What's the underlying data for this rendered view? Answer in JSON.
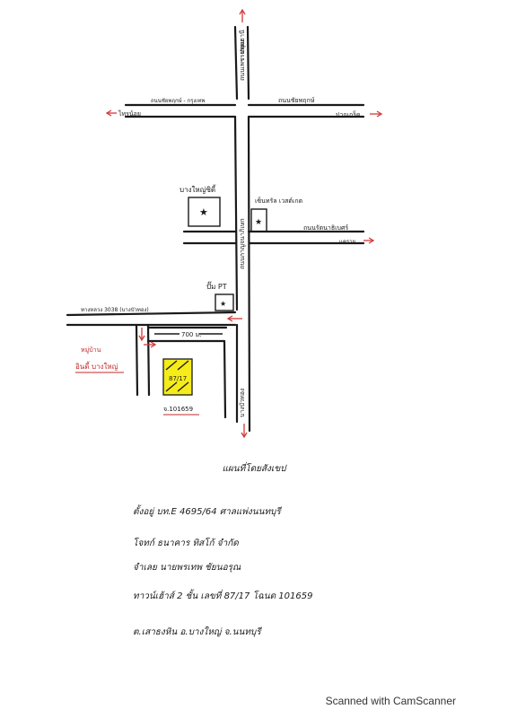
{
  "map": {
    "north_road_label": "ถนนเพชรเกษม",
    "north_dest": "ปทุมธานี",
    "left_road_label": "ถนนชัยพฤกษ์ - กรุงเทพ",
    "right_road_label": "ถนนชัยพฤกษ์",
    "west_dest": "ไทรน้อย",
    "east_dest": "ปากเกร็ด",
    "landmark_left": "บางใหญ่ซิตี้",
    "landmark_right": "เซ็นทรัล เวสต์เกต",
    "east_road_label": "ถนนรัตนาธิเบศร์",
    "east_road_dest": "แคราย",
    "main_road_vertical": "ถนนกาญจนาภิเษก",
    "gas_station": "ปั๊ม PT",
    "west_road_label": "ทางหลวง 3038 (บางบัวทอง)",
    "distance_label": "700 ม.",
    "village_line1": "หมู่บ้าน",
    "village_line2": "อินดี้ บางใหญ่",
    "house_number": "87/17",
    "plot_label": "จ.101659",
    "south_dest": "บางบัวทอง"
  },
  "document": {
    "title": "แผนที่โดยสังเขป",
    "line1": "ตั้งอยู่ บท.E 4695/64 ศาลแพ่งนนทบุรี",
    "line2": "โจทก์ ธนาคาร ทิสโก้ จำกัด",
    "line3": "จำเลย นายพรเทพ ชัยนอรุณ",
    "line4": "ทาวน์เฮ้าส์ 2 ชั้น เลขที่ 87/17 โฉนด 101659",
    "line5": "ต.เสาธงหิน อ.บางใหญ่ จ.นนทบุรี"
  },
  "footer": {
    "scanner_text": "Scanned with CamScanner"
  },
  "colors": {
    "ink": "#1a1a1a",
    "red_ink": "#c22a2a",
    "highlight": "#f5ec1a"
  }
}
